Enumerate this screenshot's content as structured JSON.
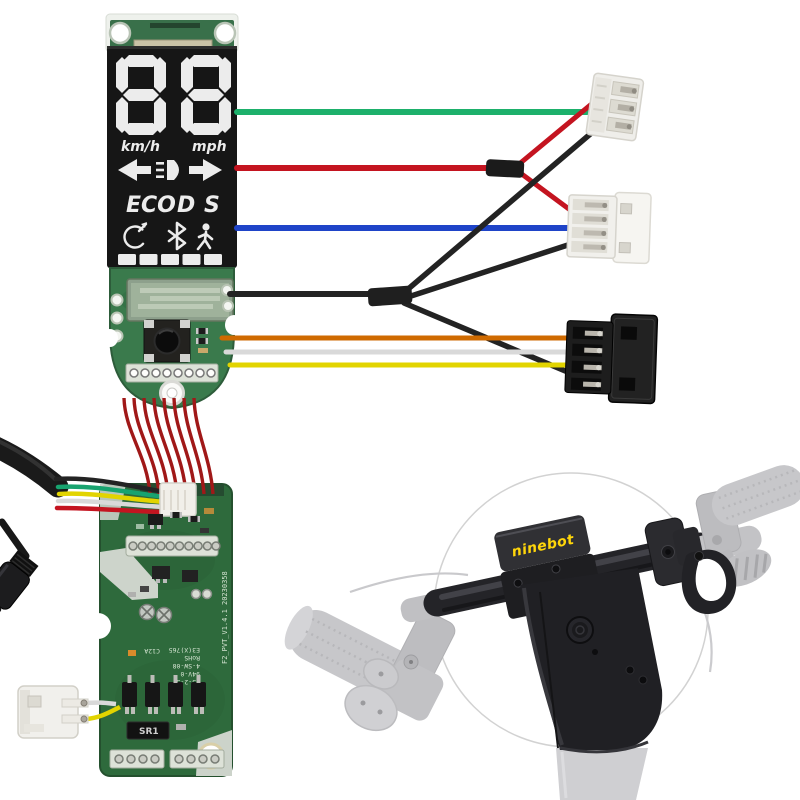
{
  "display": {
    "digits": "88",
    "unit_left": "km/h",
    "unit_right": "mph",
    "mode_eco": "ECO",
    "mode_d": "D",
    "mode_s": "S",
    "battery_bars": "5"
  },
  "pcb": {
    "version_text": "F2_PVT_V1.4.1 20230358",
    "sr1_label": "SR1",
    "c12a_label": "C12A",
    "cert_line1": "35-2-3",
    "cert_line2": "94V-0",
    "cert_line3": "4-SW-08",
    "cert_line4": "RoHS",
    "cert_line5": "E3(X)765"
  },
  "scooter": {
    "brand": "ninebot"
  },
  "colors": {
    "wire_green": "#1db06b",
    "wire_red": "#c41420",
    "wire_blue": "#1f44c8",
    "wire_black": "#232323",
    "wire_orange": "#cf6a00",
    "wire_white": "#d9d9d9",
    "wire_yellow": "#e2d400",
    "wire_dark_red": "#a01818",
    "wire_teal": "#18a36f",
    "pcb_green": "#3a7a4c",
    "pcb_green_dark": "#2e6a3c",
    "brand_yellow": "#ffd60a"
  }
}
